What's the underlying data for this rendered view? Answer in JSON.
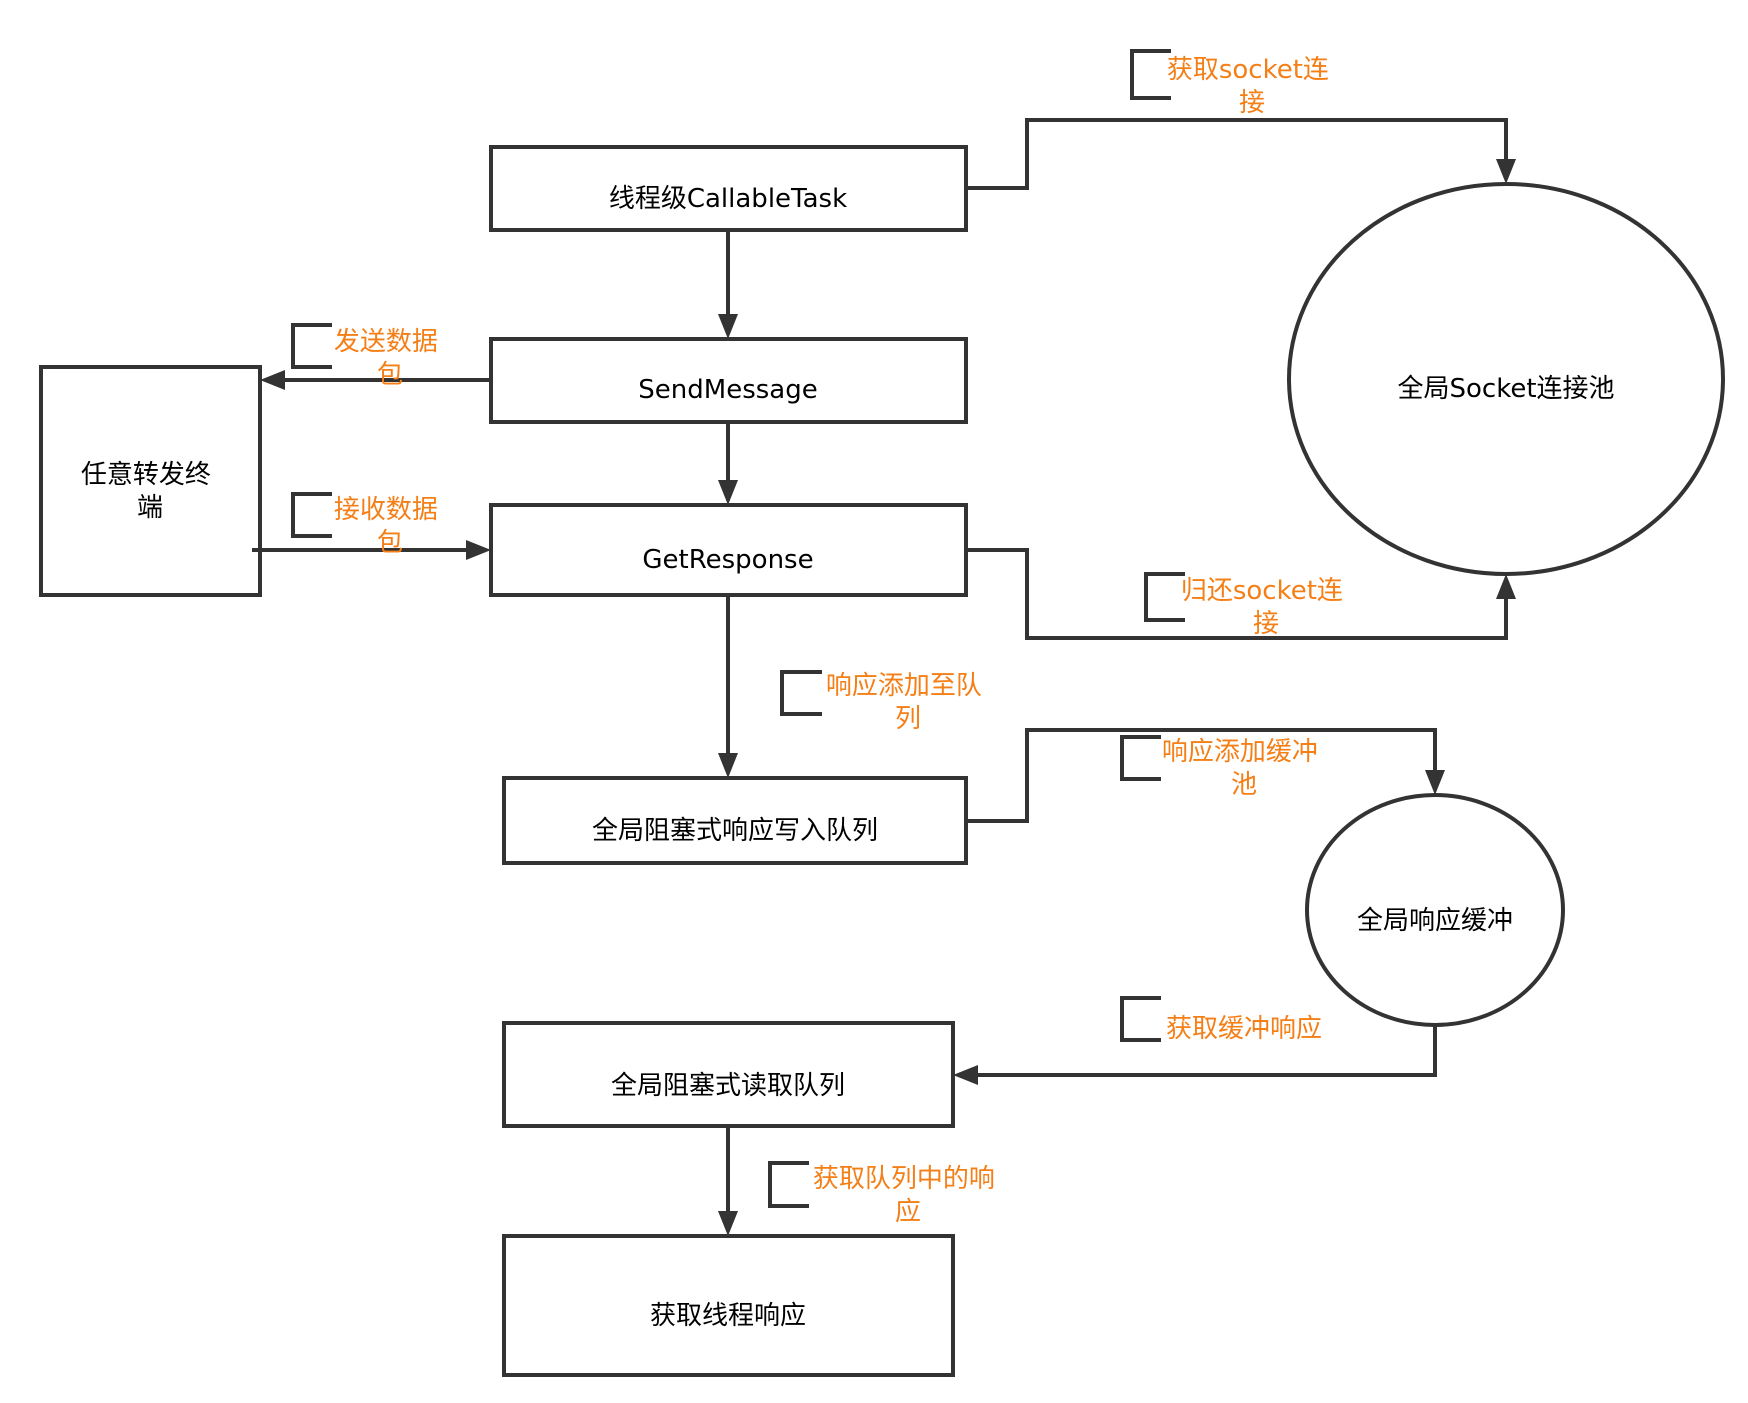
{
  "colors": {
    "stroke": "#333333",
    "node_text": "#000000",
    "edge_text": "#f57f17",
    "background": "#ffffff"
  },
  "nodes": {
    "callable_task": "线程级CallableTask",
    "send_message": "SendMessage",
    "forward_terminal": [
      "任意转发终",
      "端"
    ],
    "get_response": "GetResponse",
    "socket_pool": "全局Socket连接池",
    "blocking_write_queue": "全局阻塞式响应写入队列",
    "response_buffer": "全局响应缓冲",
    "blocking_read_queue": "全局阻塞式读取队列",
    "thread_response": "获取线程响应"
  },
  "edges": {
    "get_socket": [
      "获取socket连",
      "接"
    ],
    "send_packet": [
      "发送数据",
      "包"
    ],
    "receive_packet": [
      "接收数据",
      "包"
    ],
    "return_socket": [
      "归还socket连",
      "接"
    ],
    "add_to_queue": [
      "响应添加至队",
      "列"
    ],
    "add_to_buffer": [
      "响应添加缓冲",
      "池"
    ],
    "get_buffered": [
      "获取缓冲响应"
    ],
    "get_from_queue": [
      "获取队列中的响",
      "应"
    ]
  }
}
